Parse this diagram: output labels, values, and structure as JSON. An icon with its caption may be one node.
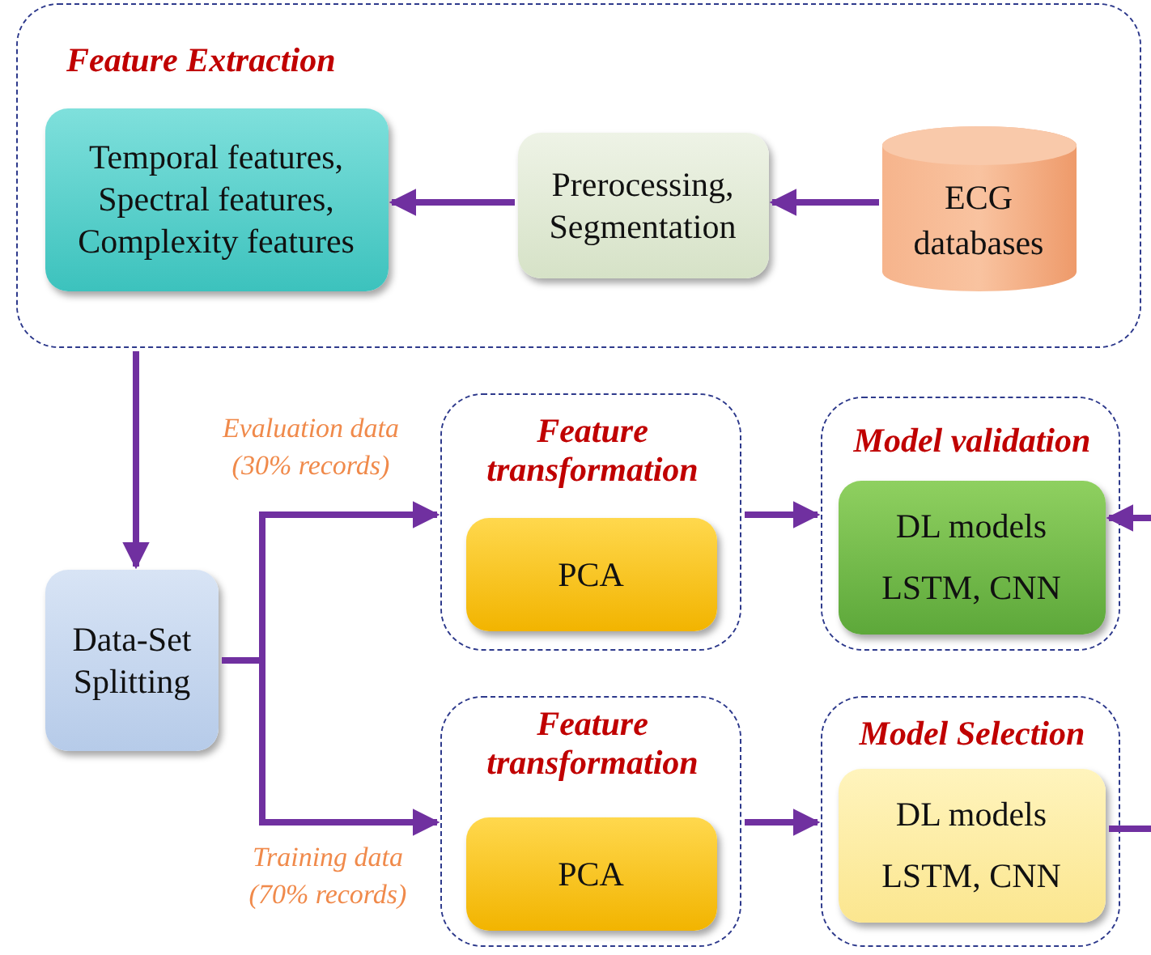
{
  "diagram": {
    "nodes": [
      {
        "text": [
          "Feature Extraction"
        ]
      },
      {
        "text": [
          "Temporal features, Spectral features, Complexity features"
        ],
        "in": 0
      },
      {
        "text": [
          "Prerocessing, Segmentation"
        ],
        "in": 0
      },
      {
        "text": [
          "ECG databases"
        ],
        "in": 0
      },
      {
        "text": [
          "Data-Set Splitting"
        ]
      },
      {
        "text": [
          "Feature transformation"
        ]
      },
      {
        "text": [
          "PCA"
        ],
        "in": 5
      },
      {
        "text": [
          "Model validation"
        ]
      },
      {
        "text": [
          "DL models",
          "LSTM, CNN"
        ],
        "in": 7
      },
      {
        "text": [
          "Feature transformation"
        ]
      },
      {
        "text": [
          "PCA"
        ],
        "in": 9
      },
      {
        "text": [
          "Model Selection"
        ]
      },
      {
        "text": [
          "DL models",
          "LSTM, CNN"
        ],
        "in": 11
      }
    ],
    "edges": [
      {
        "from": 3,
        "to": 2,
        "arrow": "to"
      },
      {
        "from": 2,
        "to": 1,
        "arrow": "to"
      },
      {
        "from": 0,
        "to": 4,
        "arrow": "to"
      },
      {
        "from": 4,
        "to": 5,
        "arrow": "to",
        "label": "Evaluation data (30% records)"
      },
      {
        "from": 4,
        "to": 9,
        "arrow": "to",
        "label": "Training data (70% records)"
      },
      {
        "from": 5,
        "to": 7,
        "arrow": "to"
      },
      {
        "from": 9,
        "to": 11,
        "arrow": "to"
      },
      {
        "from": null,
        "to": 8,
        "arrow": "to"
      },
      {
        "from": 12,
        "to": null,
        "arrow": "none"
      }
    ]
  }
}
